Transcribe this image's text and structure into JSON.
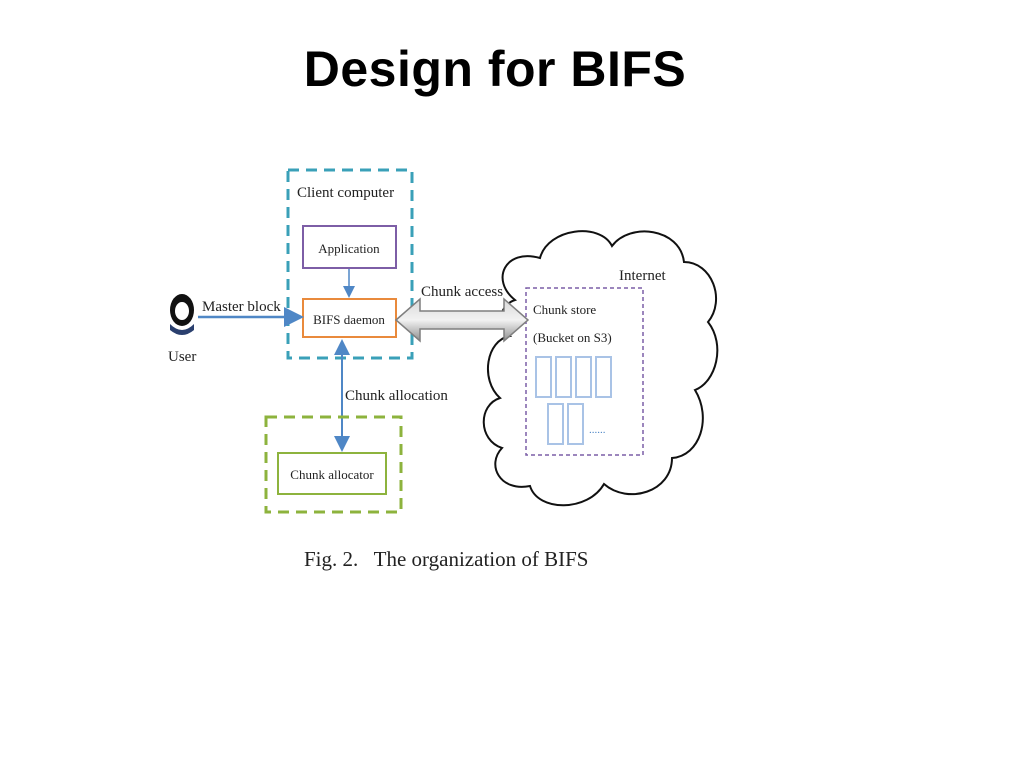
{
  "slide": {
    "title": "Design for BIFS"
  },
  "diagram": {
    "client_computer_label": "Client computer",
    "application_label": "Application",
    "daemon_label": "BIFS daemon",
    "user_label": "User",
    "master_block_label": "Master block",
    "chunk_access_label": "Chunk access",
    "chunk_allocation_label": "Chunk allocation",
    "chunk_allocator_label": "Chunk allocator",
    "internet_label": "Internet",
    "chunk_store_label": "Chunk store",
    "bucket_label": "(Bucket on S3)",
    "ellipsis_label": "......",
    "caption": "Fig. 2.   The organization of BIFS"
  },
  "colors": {
    "client_border": "#3aa0b8",
    "application_border": "#7d5ea6",
    "daemon_border": "#e98a3c",
    "allocator_border": "#8db33d",
    "store_border": "#7b5ea7",
    "arrow_blue": "#4f87c6",
    "chunk_block": "#a9c3e6",
    "bidir_arrow": "#a8a8a8"
  }
}
